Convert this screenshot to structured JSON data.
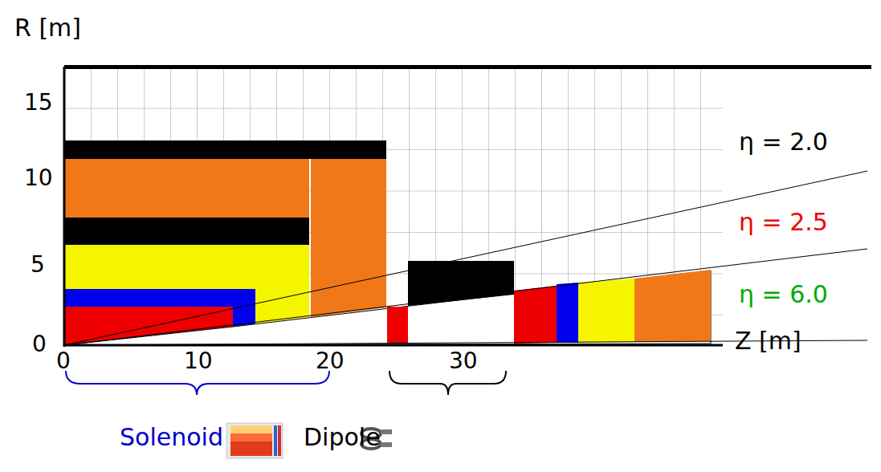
{
  "diagram": {
    "labels": [
      "R [m]",
      "15",
      "10",
      "5",
      "0",
      "0",
      "10",
      "20",
      "30",
      "Z [m]",
      "η = 2.0",
      "η = 2.5",
      "η = 6.0",
      "Solenoid",
      "Dipole"
    ]
  }
}
